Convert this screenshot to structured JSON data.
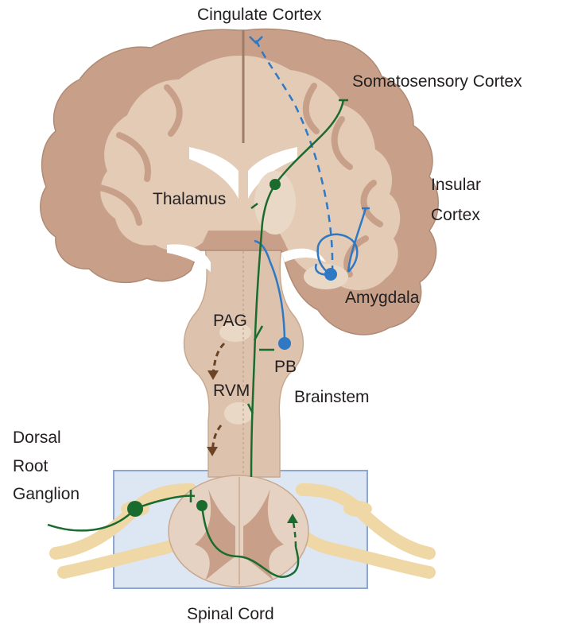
{
  "labels": {
    "cingulate_cortex": "Cingulate Cortex",
    "somatosensory_cortex": "Somatosensory Cortex",
    "insular_cortex_line1": "Insular",
    "insular_cortex_line2": "Cortex",
    "thalamus": "Thalamus",
    "amygdala": "Amygdala",
    "pag": "PAG",
    "pb": "PB",
    "rvm": "RVM",
    "brainstem": "Brainstem",
    "drg_line1": "Dorsal",
    "drg_line2": "Root",
    "drg_line3": "Ganglion",
    "spinal_cord": "Spinal Cord"
  },
  "colors": {
    "brain_outer": "#c8a089",
    "brain_inner": "#e3cbb6",
    "brain_stroke": "#b08a75",
    "brainstem": "#ddc3ad",
    "spinal_box_fill": "#dde6f3",
    "spinal_box_stroke": "#8fa7cf",
    "nerve": "#efd7a6",
    "green_pathway": "#1a6b2e",
    "blue_pathway": "#2f78c4",
    "brown_pathway": "#6b4326"
  }
}
